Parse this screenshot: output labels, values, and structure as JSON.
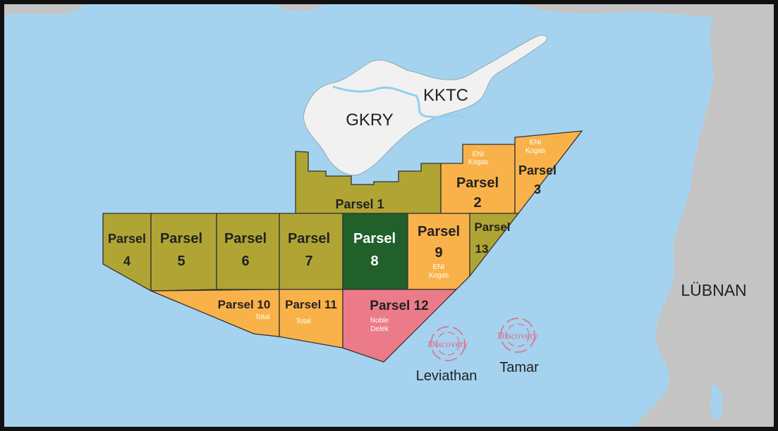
{
  "map": {
    "places": {
      "kktc": "KKTC",
      "gkry": "GKRY",
      "lubnan": "LÜBNAN"
    },
    "colors": {
      "sea": "#a5d3ef",
      "land": "#c4c4c4",
      "island": "#f1f1f1",
      "olive": "#b0a534",
      "orange": "#f9b24a",
      "dark_green": "#215f2b",
      "pink": "#ec7b8a",
      "discovery": "#e06a86"
    },
    "parcels": [
      {
        "id": "p1",
        "name": "Parsel 1"
      },
      {
        "id": "p2",
        "line1": "Parsel",
        "line2": "2",
        "operator": [
          "ENI",
          "Kogas"
        ]
      },
      {
        "id": "p3",
        "line1": "Parsel",
        "line2": "3",
        "operator": [
          "ENI",
          "Kogas"
        ]
      },
      {
        "id": "p4",
        "line1": "Parsel",
        "line2": "4"
      },
      {
        "id": "p5",
        "line1": "Parsel",
        "line2": "5"
      },
      {
        "id": "p6",
        "line1": "Parsel",
        "line2": "6"
      },
      {
        "id": "p7",
        "line1": "Parsel",
        "line2": "7"
      },
      {
        "id": "p8",
        "line1": "Parsel",
        "line2": "8"
      },
      {
        "id": "p9",
        "line1": "Parsel",
        "line2": "9",
        "operator": [
          "ENI",
          "Kogas"
        ]
      },
      {
        "id": "p10",
        "name": "Parsel 10",
        "operator": [
          "Total"
        ]
      },
      {
        "id": "p11",
        "name": "Parsel 11",
        "operator": [
          "Total"
        ]
      },
      {
        "id": "p12",
        "name": "Parsel 12",
        "operator": [
          "Noble",
          "Delek"
        ]
      },
      {
        "id": "p13",
        "line1": "Parsel",
        "line2": "13"
      }
    ],
    "discoveries": [
      {
        "badge": "Discovery",
        "name": "Leviathan"
      },
      {
        "badge": "Discovery",
        "name": "Tamar"
      }
    ]
  }
}
